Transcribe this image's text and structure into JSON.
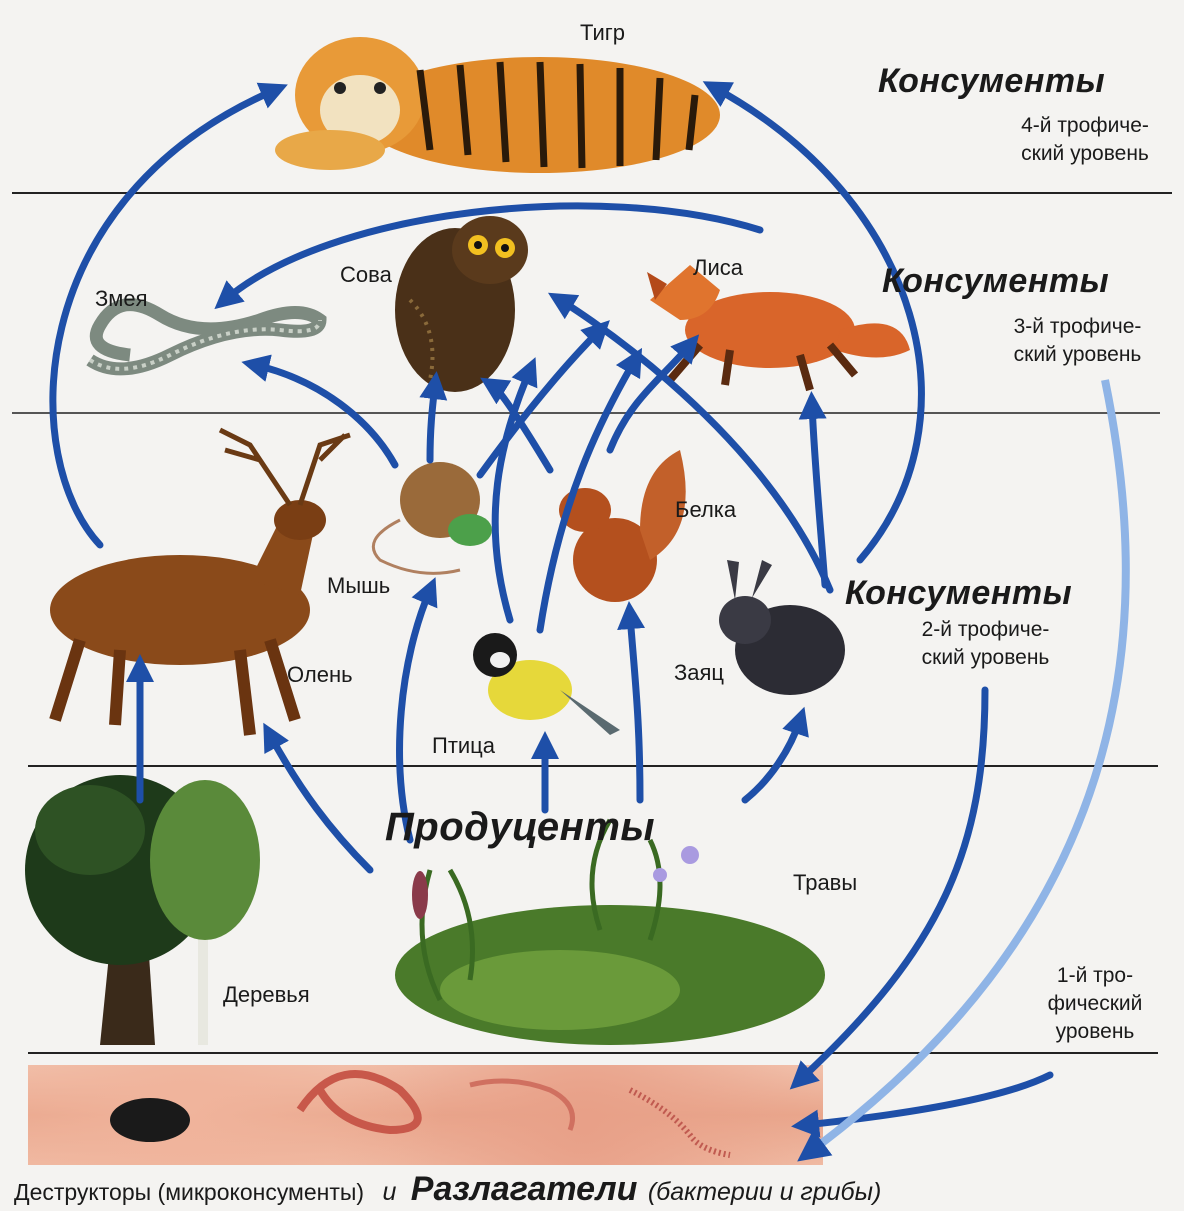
{
  "animals": {
    "tiger": "Тигр",
    "snake": "Змея",
    "owl": "Сова",
    "fox": "Лиса",
    "deer": "Олень",
    "mouse": "Мышь",
    "squirrel": "Белка",
    "hare": "Заяц",
    "bird": "Птица",
    "trees": "Деревья",
    "grass": "Травы"
  },
  "levels": {
    "l4": {
      "title": "Консументы",
      "line1": "4-й трофиче-",
      "line2": "ский уровень"
    },
    "l3": {
      "title": "Консументы",
      "line1": "3-й трофиче-",
      "line2": "ский уровень"
    },
    "l2": {
      "title": "Консументы",
      "line1": "2-й трофиче-",
      "line2": "ский уровень"
    },
    "l1": {
      "title": "Продуценты",
      "line1": "1-й тро-",
      "line2": "фический",
      "line3": "уровень"
    }
  },
  "footer": {
    "destructors": "Деструкторы (микроконсументы)",
    "and": "и",
    "decomposers": "Разлагатели",
    "note": "(бактерии и грибы)"
  },
  "colors": {
    "arrow": "#1e4fa8",
    "arrow_light": "#8fb4e6",
    "soil": "#eaa88e",
    "line": "#222222"
  }
}
